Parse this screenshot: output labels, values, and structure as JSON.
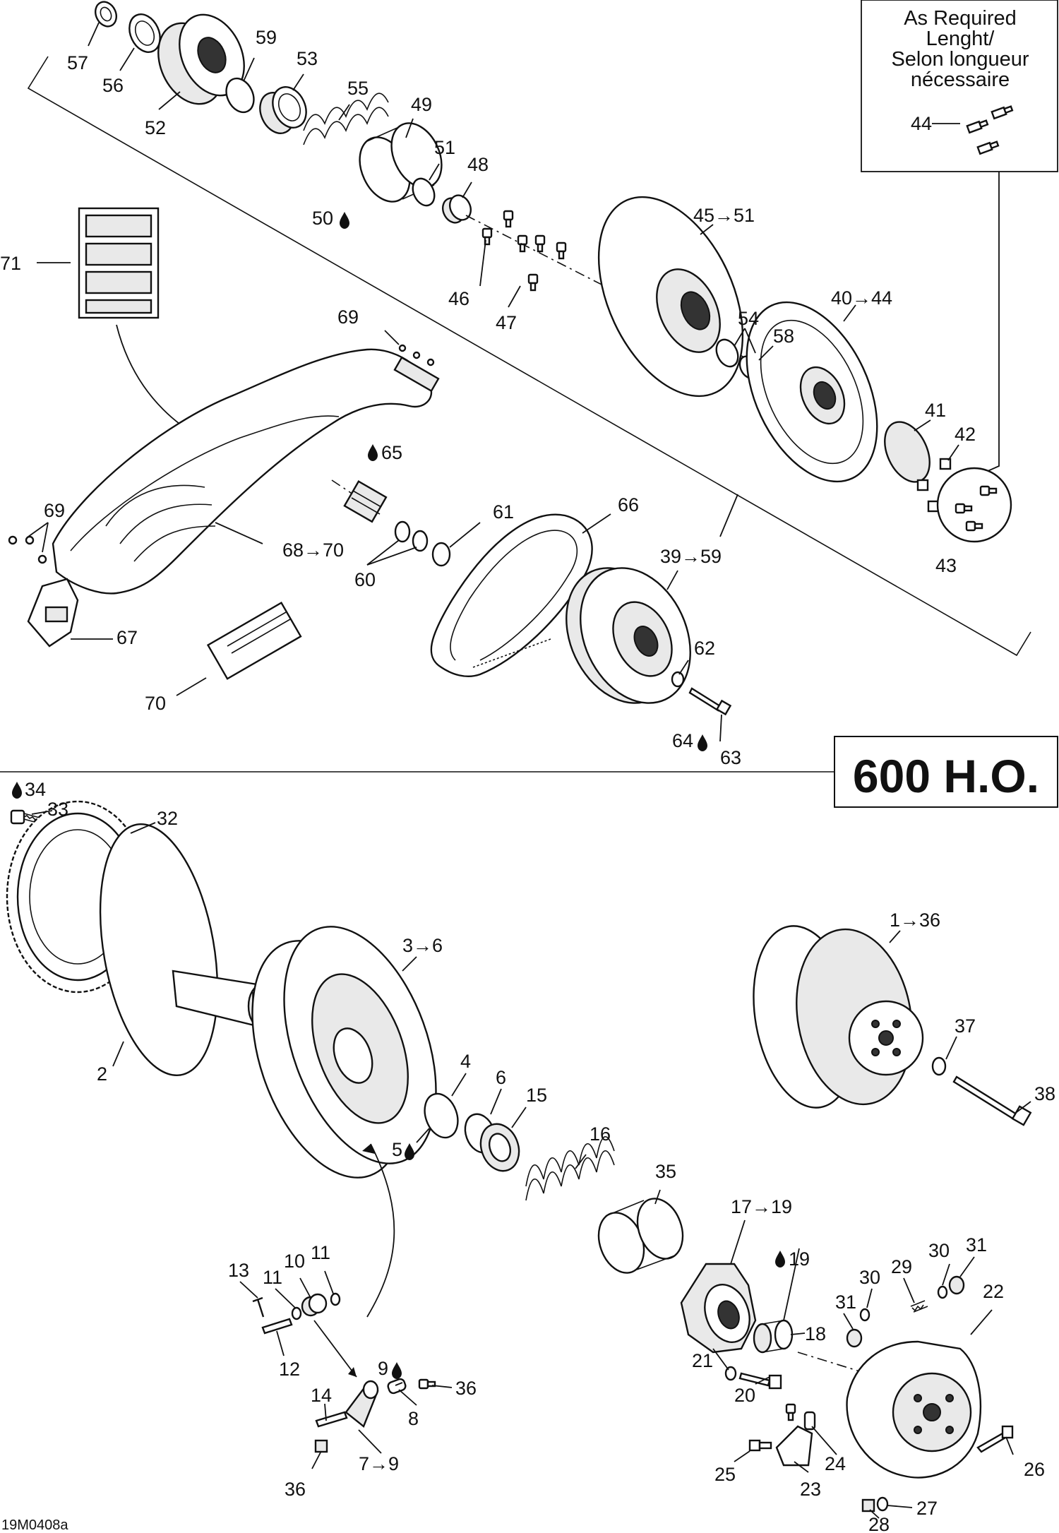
{
  "diagram": {
    "model_badge": "600 H.O.",
    "note_box": {
      "lines": [
        "As Required",
        "Lenght/",
        "Selon longueur",
        "nécessaire"
      ]
    },
    "drawing_code": "19M0408a",
    "icons": {
      "lubricant": "oil-drop-icon",
      "range": "arrow-right-icon"
    },
    "callouts": [
      {
        "id": "c57",
        "text": "57"
      },
      {
        "id": "c56",
        "text": "56"
      },
      {
        "id": "c52",
        "text": "52"
      },
      {
        "id": "c59",
        "text": "59"
      },
      {
        "id": "c53",
        "text": "53"
      },
      {
        "id": "c55",
        "text": "55"
      },
      {
        "id": "c49",
        "text": "49"
      },
      {
        "id": "c51",
        "text": "51"
      },
      {
        "id": "c48",
        "text": "48"
      },
      {
        "id": "c50",
        "text": "50",
        "drop": true
      },
      {
        "id": "c44",
        "text": "44"
      },
      {
        "id": "c45-51",
        "text": "45→51"
      },
      {
        "id": "c71",
        "text": "71"
      },
      {
        "id": "c46",
        "text": "46"
      },
      {
        "id": "c47",
        "text": "47"
      },
      {
        "id": "c40-44",
        "text": "40→44"
      },
      {
        "id": "c54",
        "text": "54"
      },
      {
        "id": "c58",
        "text": "58"
      },
      {
        "id": "c69a",
        "text": "69"
      },
      {
        "id": "c41",
        "text": "41"
      },
      {
        "id": "c42",
        "text": "42"
      },
      {
        "id": "c65",
        "text": "65",
        "drop_before": true
      },
      {
        "id": "c69b",
        "text": "69"
      },
      {
        "id": "c61",
        "text": "61"
      },
      {
        "id": "c66",
        "text": "66"
      },
      {
        "id": "c68-70",
        "text": "68→70"
      },
      {
        "id": "c39-59",
        "text": "39→59"
      },
      {
        "id": "c43",
        "text": "43"
      },
      {
        "id": "c60",
        "text": "60"
      },
      {
        "id": "c67",
        "text": "67"
      },
      {
        "id": "c62",
        "text": "62"
      },
      {
        "id": "c70",
        "text": "70"
      },
      {
        "id": "c64",
        "text": "64",
        "drop": true
      },
      {
        "id": "c63",
        "text": "63"
      },
      {
        "id": "c34",
        "text": "34",
        "drop_before": true
      },
      {
        "id": "c33",
        "text": "33"
      },
      {
        "id": "c32",
        "text": "32"
      },
      {
        "id": "c1-36",
        "text": "1→36"
      },
      {
        "id": "c3-6",
        "text": "3→6"
      },
      {
        "id": "c37",
        "text": "37"
      },
      {
        "id": "c2",
        "text": "2"
      },
      {
        "id": "c4",
        "text": "4"
      },
      {
        "id": "c38",
        "text": "38"
      },
      {
        "id": "c6",
        "text": "6"
      },
      {
        "id": "c15",
        "text": "15"
      },
      {
        "id": "c5",
        "text": "5",
        "drop": true
      },
      {
        "id": "c16",
        "text": "16"
      },
      {
        "id": "c35",
        "text": "35"
      },
      {
        "id": "c17-19",
        "text": "17→19"
      },
      {
        "id": "c13",
        "text": "13"
      },
      {
        "id": "c11a",
        "text": "11"
      },
      {
        "id": "c10",
        "text": "10"
      },
      {
        "id": "c11b",
        "text": "11"
      },
      {
        "id": "c19",
        "text": "19",
        "drop_before": true
      },
      {
        "id": "c30a",
        "text": "30"
      },
      {
        "id": "c31a",
        "text": "31"
      },
      {
        "id": "c29",
        "text": "29"
      },
      {
        "id": "c30b",
        "text": "30"
      },
      {
        "id": "c22",
        "text": "22"
      },
      {
        "id": "c18",
        "text": "18"
      },
      {
        "id": "c31b",
        "text": "31"
      },
      {
        "id": "c12",
        "text": "12"
      },
      {
        "id": "c9",
        "text": "9",
        "drop": true
      },
      {
        "id": "c36a",
        "text": "36"
      },
      {
        "id": "c21",
        "text": "21"
      },
      {
        "id": "c8",
        "text": "8"
      },
      {
        "id": "c20",
        "text": "20"
      },
      {
        "id": "c14",
        "text": "14"
      },
      {
        "id": "c26",
        "text": "26"
      },
      {
        "id": "c7-9",
        "text": "7→9"
      },
      {
        "id": "c25",
        "text": "25"
      },
      {
        "id": "c24",
        "text": "24"
      },
      {
        "id": "c23",
        "text": "23"
      },
      {
        "id": "c27",
        "text": "27"
      },
      {
        "id": "c36b",
        "text": "36"
      },
      {
        "id": "c28",
        "text": "28"
      }
    ]
  }
}
